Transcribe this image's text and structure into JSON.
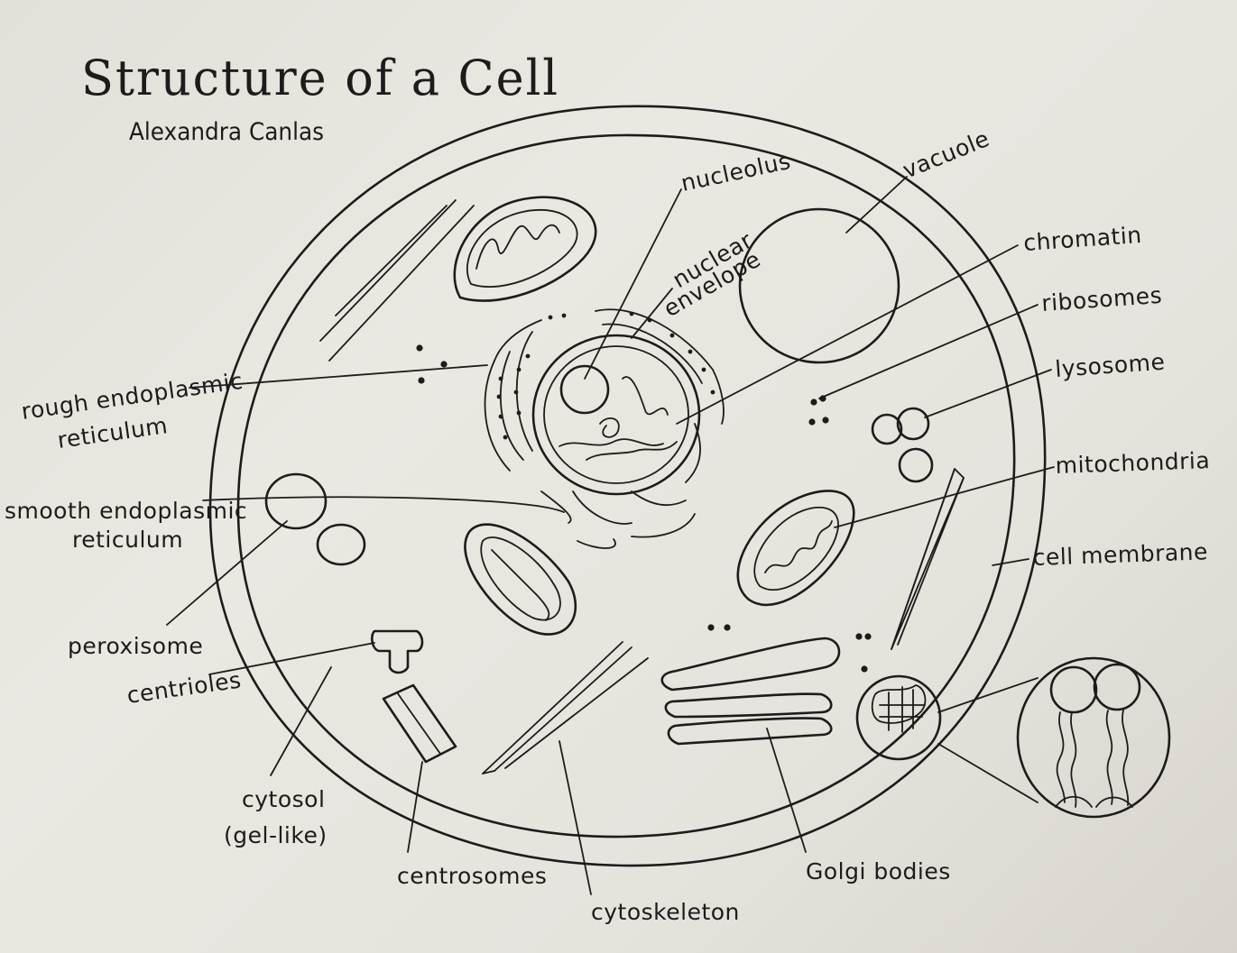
{
  "title": "Structure of a Cell",
  "author": "Alexandra Canlas",
  "labels": {
    "nucleolus": "nucleolus",
    "nuclear_envelope_1": "nuclear",
    "nuclear_envelope_2": "envelope",
    "vacuole": "vacuole",
    "chromatin": "chromatin",
    "ribosomes": "ribosomes",
    "lysosome": "lysosome",
    "mitochondria": "mitochondria",
    "cell_membrane": "cell membrane",
    "rough_er_1": "rough endoplasmic",
    "rough_er_2": "reticulum",
    "smooth_er_1": "smooth endoplasmic",
    "smooth_er_2": "reticulum",
    "peroxisome": "peroxisome",
    "centrioles": "centrioles",
    "cytosol_1": "cytosol",
    "cytosol_2": "(gel-like)",
    "centrosomes": "centrosomes",
    "cytoskeleton": "cytoskeleton",
    "golgi_bodies": "Golgi bodies"
  },
  "colors": {
    "ink": "#1c1c1c",
    "paper": "#e6e3dd"
  }
}
